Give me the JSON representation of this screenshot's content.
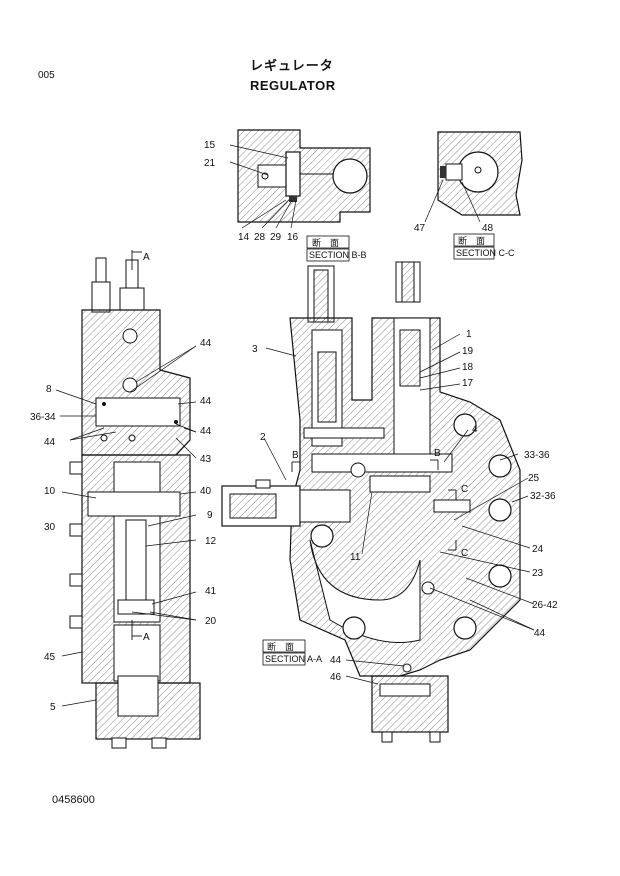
{
  "header": {
    "page_number": "005",
    "title_jp": "レギュレータ",
    "title_en": "REGULATOR"
  },
  "footer": {
    "document_number": "0458600"
  },
  "sections": {
    "bb": {
      "jp": "断　面",
      "label": "SECTION  B-B"
    },
    "cc": {
      "jp": "断　面",
      "label": "SECTION  C-C"
    },
    "aa": {
      "jp": "断　面",
      "label": "SECTION  A-A"
    }
  },
  "cut_marks": {
    "a_top": "A",
    "a_bottom": "A",
    "b_left": "B",
    "b_right": "B",
    "c_top": "C",
    "c_bottom": "C"
  },
  "callouts": {
    "section_bb": [
      "15",
      "21",
      "14",
      "28",
      "29",
      "16"
    ],
    "section_cc": [
      "47",
      "48"
    ],
    "left_view": [
      "44",
      "8",
      "44",
      "36-34",
      "44",
      "44",
      "43",
      "10",
      "40",
      "9",
      "30",
      "12",
      "41",
      "20",
      "45",
      "5"
    ],
    "right_view": [
      "1",
      "3",
      "19",
      "18",
      "17",
      "2",
      "4",
      "33-36",
      "25",
      "32-36",
      "11",
      "24",
      "23",
      "26-42",
      "44",
      "44",
      "46"
    ]
  }
}
